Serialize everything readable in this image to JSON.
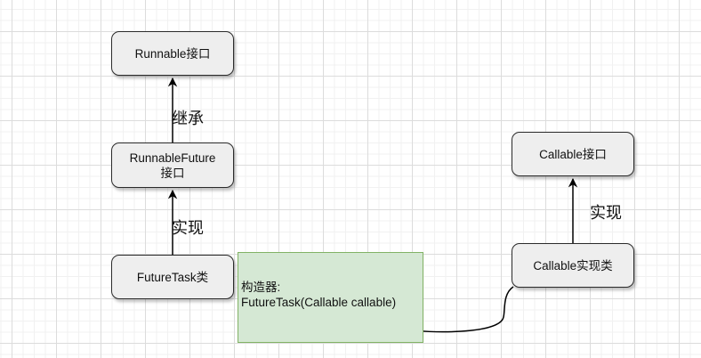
{
  "nodes": {
    "runnable": "Runnable接口",
    "runnable_future_line1": "RunnableFuture",
    "runnable_future_line2": "接口",
    "future_task": "FutureTask类",
    "callable": "Callable接口",
    "callable_impl": "Callable实现类"
  },
  "note": {
    "line1": "构造器:",
    "line2": "FutureTask(Callable callable)"
  },
  "edge_labels": {
    "inherit": "继承",
    "implement_left": "实现",
    "implement_right": "实现"
  },
  "colors": {
    "node_fill": "#eeeeee",
    "node_border": "#2b2b2b",
    "note_fill": "#d5e8d4",
    "note_border": "#82b366",
    "edge": "#000000"
  }
}
